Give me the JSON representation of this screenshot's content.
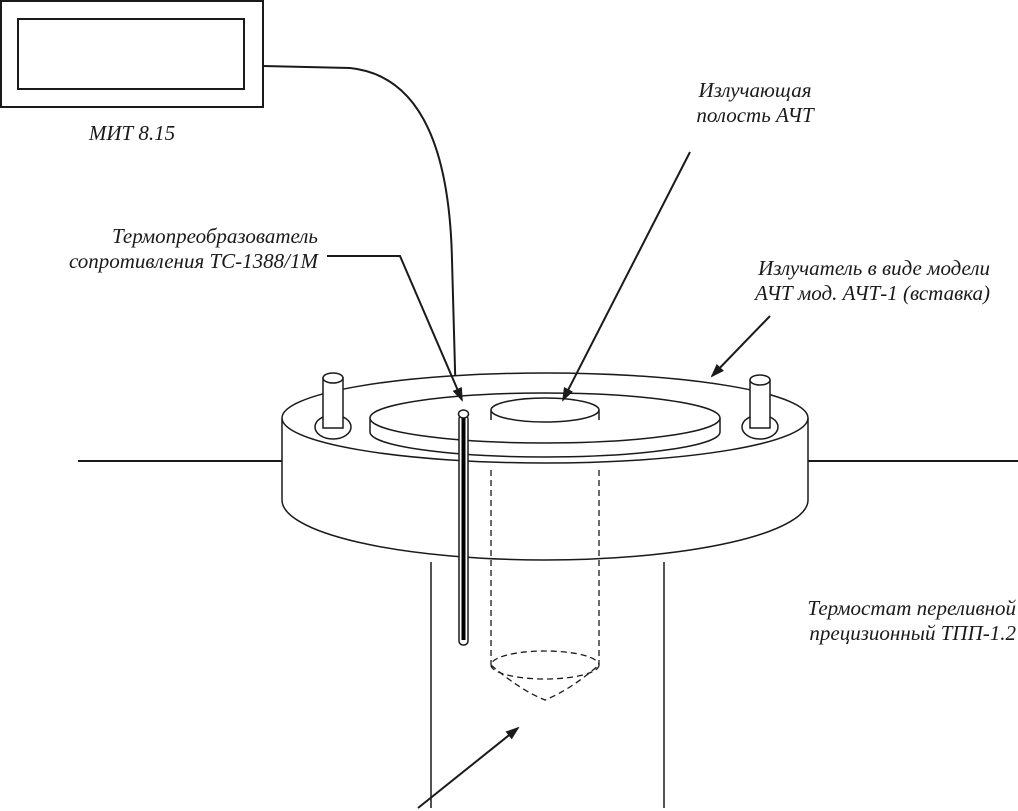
{
  "labels": {
    "meter": "МИТ 8.15",
    "cavity_line1": "Излучающая",
    "cavity_line2": "полость АЧТ",
    "sensor_line1": "Термопреобразователь",
    "sensor_line2": "сопротивления ТС-1388/1М",
    "emitter_line1": "Излучатель в виде модели",
    "emitter_line2": "АЧТ мод. АЧТ-1 (вставка)",
    "thermostat_line1": "Термостат переливной",
    "thermostat_line2": "прецизионный ТПП-1.2"
  },
  "colors": {
    "line": "#1a1a1a",
    "background": "#ffffff"
  }
}
